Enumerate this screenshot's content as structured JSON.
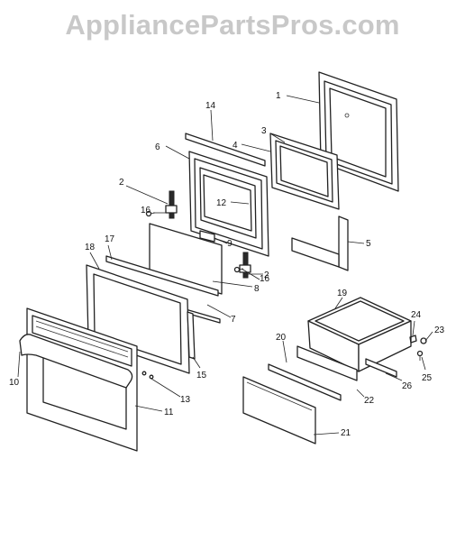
{
  "watermark": "AppliancePartsPros.com",
  "callouts": [
    {
      "id": "1",
      "label": "1"
    },
    {
      "id": "2a",
      "label": "2"
    },
    {
      "id": "2b",
      "label": "2"
    },
    {
      "id": "3",
      "label": "3"
    },
    {
      "id": "4",
      "label": "4"
    },
    {
      "id": "5",
      "label": "5"
    },
    {
      "id": "6",
      "label": "6"
    },
    {
      "id": "7",
      "label": "7"
    },
    {
      "id": "8",
      "label": "8"
    },
    {
      "id": "9",
      "label": "9"
    },
    {
      "id": "10",
      "label": "10"
    },
    {
      "id": "11",
      "label": "11"
    },
    {
      "id": "12",
      "label": "12"
    },
    {
      "id": "13",
      "label": "13"
    },
    {
      "id": "14",
      "label": "14"
    },
    {
      "id": "15",
      "label": "15"
    },
    {
      "id": "16a",
      "label": "16"
    },
    {
      "id": "16b",
      "label": "16"
    },
    {
      "id": "17",
      "label": "17"
    },
    {
      "id": "18",
      "label": "18"
    },
    {
      "id": "19",
      "label": "19"
    },
    {
      "id": "20",
      "label": "20"
    },
    {
      "id": "21",
      "label": "21"
    },
    {
      "id": "22",
      "label": "22"
    },
    {
      "id": "23",
      "label": "23"
    },
    {
      "id": "24",
      "label": "24"
    },
    {
      "id": "25",
      "label": "25"
    },
    {
      "id": "26",
      "label": "26"
    }
  ]
}
